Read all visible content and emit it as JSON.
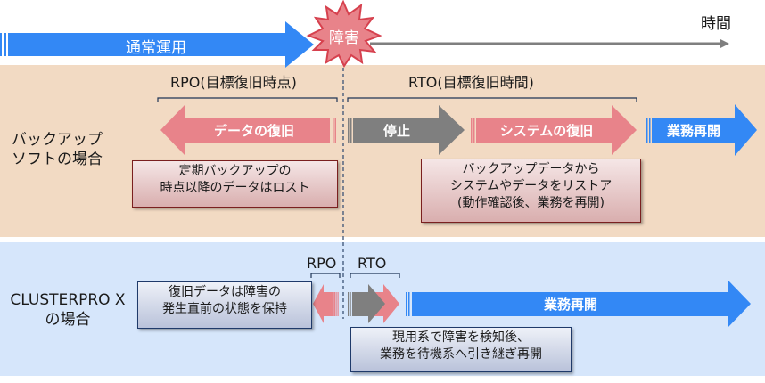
{
  "timeline": {
    "normal_operation": "通常運用",
    "failure": "障害",
    "time_axis_label": "時間"
  },
  "backup_row": {
    "row_label_line1": "バックアップ",
    "row_label_line2": "ソフトの場合",
    "rpo_label": "RPO(目標復旧時点)",
    "rto_label": "RTO(目標復旧時間)",
    "arrows": {
      "data_recovery": "データの復旧",
      "stop": "停止",
      "system_recovery": "システムの復旧",
      "business_resume": "業務再開"
    },
    "note_left": [
      "定期バックアップの",
      "時点以降のデータはロスト"
    ],
    "note_right": [
      "バックアップデータから",
      "システムやデータをリストア",
      "(動作確認後、業務を再開)"
    ]
  },
  "cluster_row": {
    "row_label_line1": "CLUSTERPRO X",
    "row_label_line2": "の場合",
    "rpo_label": "RPO",
    "rto_label": "RTO",
    "arrows": {
      "business_resume": "業務再開"
    },
    "note_left": [
      "復旧データは障害の",
      "発生直前の状態を保持"
    ],
    "note_right": [
      "現用系で障害を検知後、",
      "業務を待機系へ引き継ぎ再開"
    ]
  },
  "colors": {
    "blue_arrow": "#3388f5",
    "red_arrow": "#e8838a",
    "gray_arrow": "#7f7f7f",
    "band_backup": "#f2dac3",
    "band_cluster": "#d6e6fb",
    "failure_burst": "#e8838a"
  }
}
